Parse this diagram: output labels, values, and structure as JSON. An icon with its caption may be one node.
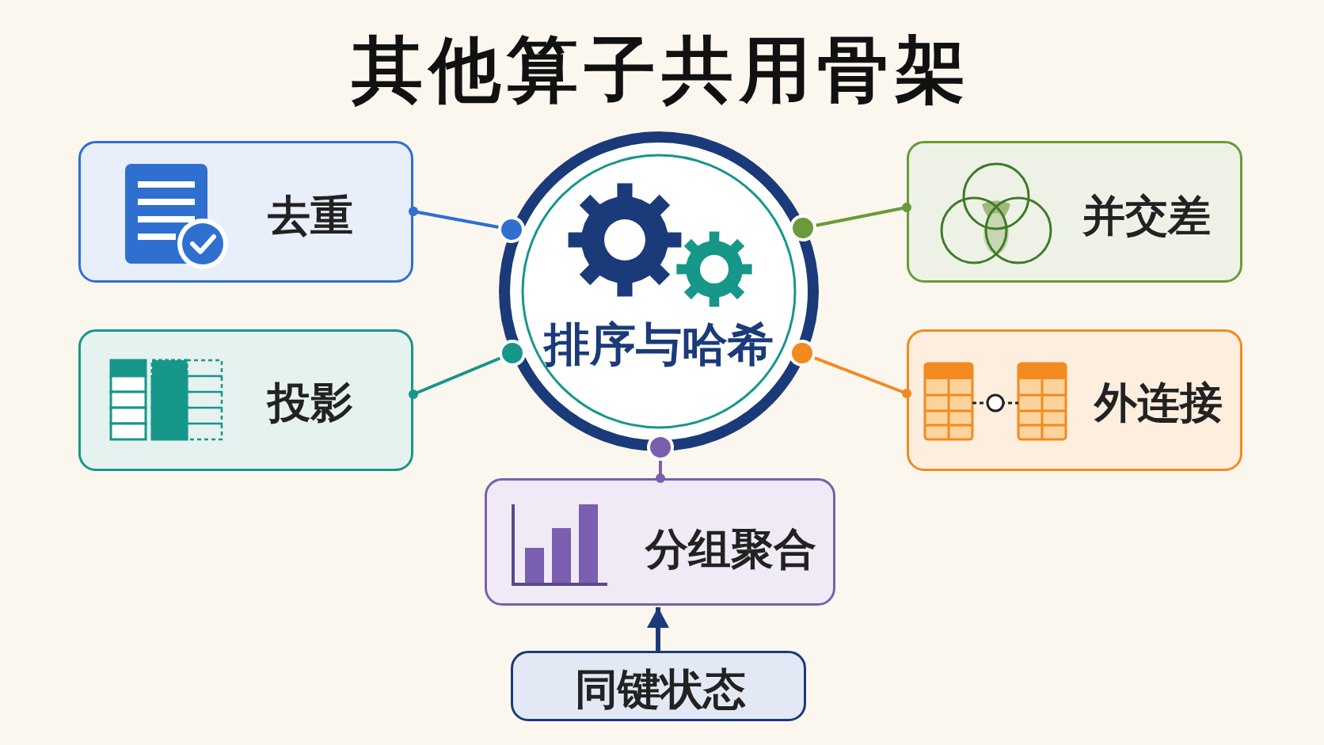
{
  "diagram": {
    "title": "其他算子共用骨架",
    "nodes": [
      {
        "text": [
          "去重"
        ]
      },
      {
        "text": [
          "排序与哈希"
        ]
      },
      {
        "text": [
          "并交差"
        ]
      },
      {
        "text": [
          "投影"
        ]
      },
      {
        "text": [
          "外连接"
        ]
      },
      {
        "text": [
          "分组聚合"
        ]
      },
      {
        "text": [
          "同键状态"
        ]
      }
    ],
    "edges": [
      {
        "from": 1,
        "to": 0,
        "arrow": "other",
        "color": "#2f6fcf"
      },
      {
        "from": 1,
        "to": 2,
        "arrow": "other",
        "color": "#6a9a3a"
      },
      {
        "from": 1,
        "to": 3,
        "arrow": "other",
        "color": "#17968a"
      },
      {
        "from": 1,
        "to": 4,
        "arrow": "other",
        "color": "#f28a1f"
      },
      {
        "from": 1,
        "to": 5,
        "arrow": "other",
        "color": "#7a5fb0"
      },
      {
        "from": 6,
        "to": 5,
        "arrow": "to",
        "color": "#1a3a7a"
      }
    ]
  }
}
